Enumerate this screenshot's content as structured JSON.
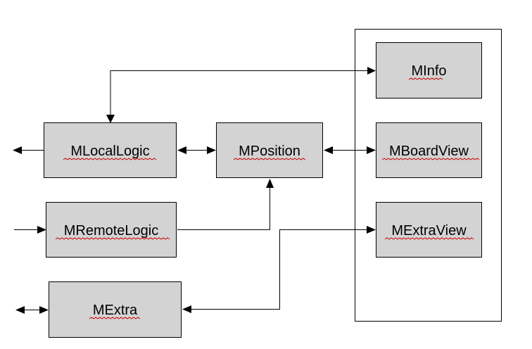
{
  "nodes": {
    "info": "MInfo",
    "local_logic": "MLocalLogic",
    "position": "MPosition",
    "board_view": "MBoardView",
    "remote_logic": "MRemoteLogic",
    "extra_view": "MExtraView",
    "extra": "MExtra"
  },
  "colors": {
    "box_fill": "#d3d3d3",
    "line": "#000000",
    "spellcheck_underline": "#cc0000"
  }
}
